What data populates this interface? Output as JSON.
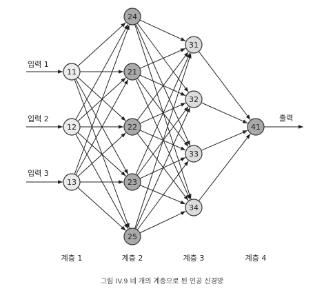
{
  "colors": {
    "light_node": "#ebebeb",
    "dark_node": "#a9a9a9",
    "line": "#222222"
  },
  "inputs": [
    "입력 1",
    "입력 2",
    "입력 3"
  ],
  "output": "출력",
  "layers": [
    "계층 1",
    "계층 2",
    "계층 3",
    "계층 4"
  ],
  "nodes": {
    "layer1": [
      "11",
      "12",
      "13"
    ],
    "layer2": [
      "24",
      "21",
      "22",
      "23",
      "25"
    ],
    "layer3": [
      "31",
      "32",
      "33",
      "34"
    ],
    "layer4": [
      "41"
    ]
  },
  "connections": {
    "layer1_to_layer2": "fully connected",
    "layer2_to_layer3": "fully connected",
    "layer3_to_layer4": "fully connected"
  },
  "caption": "그림 IV.9 네 개의 계층으로 된 인공 신경망"
}
